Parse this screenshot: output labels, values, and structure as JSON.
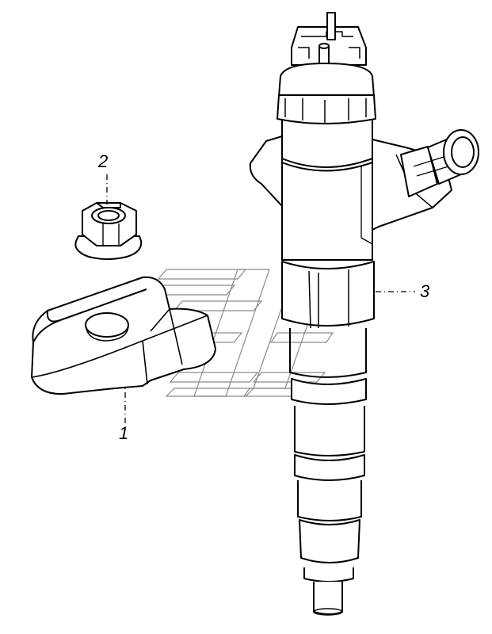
{
  "callouts": {
    "part_1": "1",
    "part_2": "2",
    "part_3": "3"
  },
  "parts": [
    {
      "id": "1",
      "name": "clamp"
    },
    {
      "id": "2",
      "name": "flange-nut"
    },
    {
      "id": "3",
      "name": "injector"
    }
  ],
  "colors": {
    "line": "#000000",
    "background": "#ffffff",
    "watermark": "#8a8a8a"
  }
}
